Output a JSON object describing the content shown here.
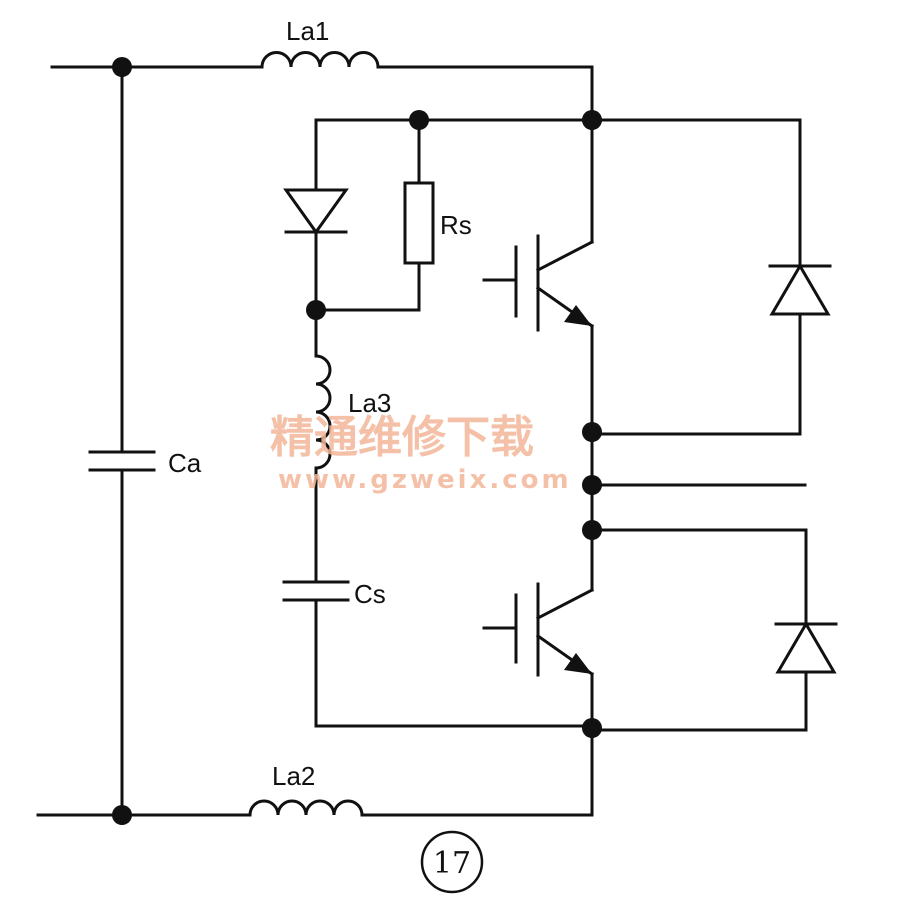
{
  "diagram": {
    "labels": {
      "la1": "La1",
      "la2": "La2",
      "la3": "La3",
      "ca": "Ca",
      "cs": "Cs",
      "rs": "Rs"
    },
    "figure_number": "17",
    "watermark": {
      "title": "精通维修下载",
      "url": "www.gzweix.com"
    }
  }
}
